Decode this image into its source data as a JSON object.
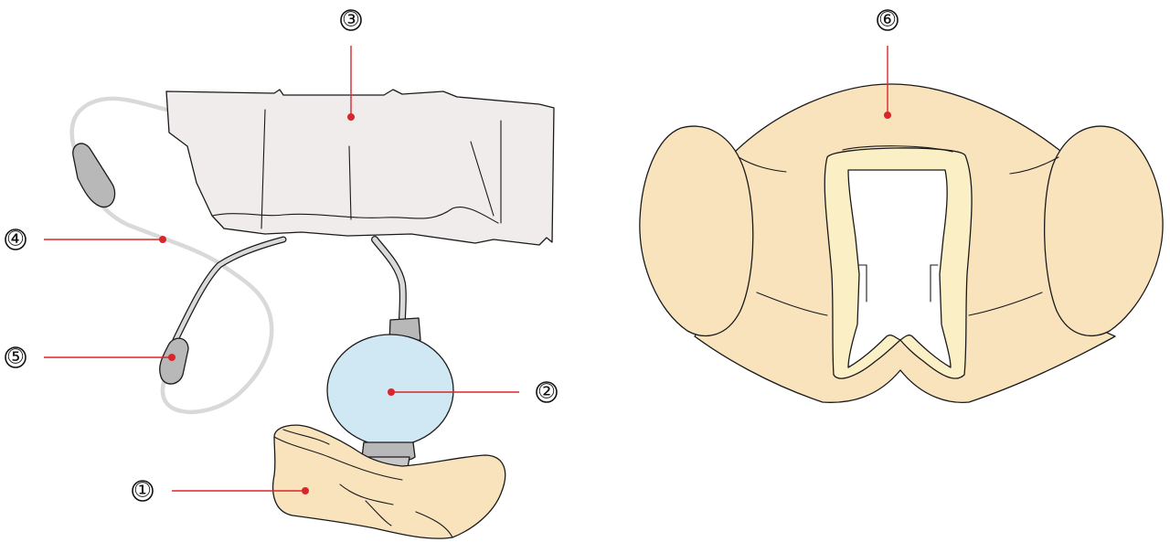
{
  "callouts": [
    {
      "id": "1",
      "text": "①"
    },
    {
      "id": "2",
      "text": "②"
    },
    {
      "id": "3",
      "text": "③"
    },
    {
      "id": "4",
      "text": "④"
    },
    {
      "id": "5",
      "text": "⑤"
    },
    {
      "id": "6",
      "text": "⑥"
    }
  ],
  "colors": {
    "cuff": "#efeceb",
    "bulb": "#cfe8f3",
    "skin": "#f9e3bd",
    "skin_inner": "#fbefc5",
    "tube": "#d9d9d9",
    "connector": "#b8b8b8",
    "leader": "#d9262b"
  }
}
